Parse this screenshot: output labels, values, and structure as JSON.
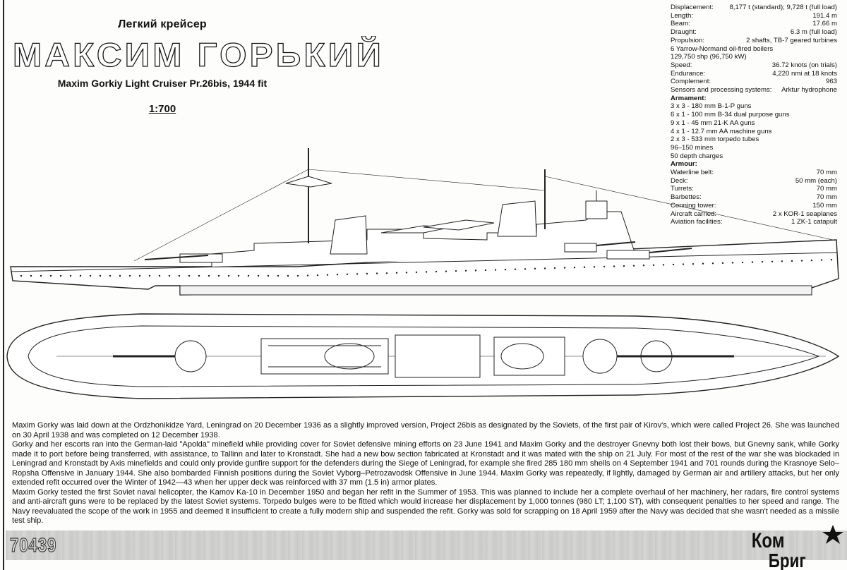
{
  "header": {
    "subtitle_ru": "Легкий крейсер",
    "title_ru": "МАКСИМ ГОРЬКИЙ",
    "title_en": "Maxim Gorkiy Light Cruiser Pr.26bis, 1944 fit",
    "scale": "1:700"
  },
  "specs": {
    "rows": [
      {
        "label": "Displacement:",
        "value": "8,177 t (standard); 9,728 t (full load)"
      },
      {
        "label": "Length:",
        "value": "191.4 m"
      },
      {
        "label": "Beam:",
        "value": "17.66 m"
      },
      {
        "label": "Draught:",
        "value": "6.3 m  (full load)"
      },
      {
        "label": "Propulsion:",
        "value": "2 shafts, TB-7 geared turbines"
      }
    ],
    "propulsion_lines": [
      "6 Yarrow-Normand oil-fired boilers",
      "129,750 shp (96,750 kW)"
    ],
    "rows2": [
      {
        "label": "Speed:",
        "value": "36.72 knots (on trials)"
      },
      {
        "label": "Endurance:",
        "value": "4,220 nmi  at 18 knots"
      },
      {
        "label": "Complement:",
        "value": "963"
      },
      {
        "label": "Sensors and processing systems:",
        "value": "Arktur hydrophone"
      }
    ],
    "armament_heading": "Armament:",
    "armament": [
      "3 x 3 - 180 mm B-1-P guns",
      "6 x 1 - 100 mm B-34 dual purpose guns",
      "9 x 1 - 45 mm 21-K AA guns",
      "4 x 1 - 12.7 mm AA machine guns",
      "2 x 3 - 533 mm torpedo tubes",
      "96–150 mines",
      "50 depth charges"
    ],
    "armour_heading": "Armour:",
    "armour": [
      {
        "label": "Waterline belt:",
        "value": "70 mm"
      },
      {
        "label": "Deck:",
        "value": "50 mm (each)"
      },
      {
        "label": "Turrets:",
        "value": "70 mm"
      },
      {
        "label": "Barbettes:",
        "value": "70 mm"
      },
      {
        "label": "Conning tower:",
        "value": "150 mm"
      },
      {
        "label": "Aircraft carried:",
        "value": "2 x KOR-1 seaplanes"
      },
      {
        "label": "Aviation facilities:",
        "value": "1 ZK-1 catapult"
      }
    ]
  },
  "history": [
    "Maxim Gorky was laid down at the Ordzhonikidze Yard, Leningrad on 20 December 1936 as a slightly improved version, Project 26bis as designated by the Soviets, of the first pair of Kirov's, which were called Project 26. She was launched on 30 April 1938 and was completed on 12 December 1938.",
    "Gorky and her escorts ran into the German-laid \"Apolda\" minefield while providing cover for Soviet defensive mining efforts on 23 June 1941 and Maxim Gorky and the destroyer Gnevny both lost their bows, but Gnevny sank, while Gorky made it to port before being transferred, with assistance, to Tallinn and later to Kronstadt. She had a new bow section fabricated at Kronstadt and it was mated with the ship on 21 July. For most of the rest of the war she was blockaded in Leningrad and Kronstadt by Axis minefields and could only provide gunfire support for the defenders during the Siege of Leningrad, for example she fired 285 180 mm shells on 4 September 1941 and 701 rounds during the Krasnoye Selo–Ropsha Offensive in January 1944. She also bombarded Finnish positions during the Soviet Vyborg–Petrozavodsk Offensive in June 1944. Maxim Gorky was repeatedly, if lightly, damaged by German air and artillery attacks, but her only extended refit occurred over the Winter of 1942—43 when her upper deck was reinforced with 37 mm (1.5 in) armor plates.",
    "Maxim Gorky tested the first Soviet naval helicopter, the Kamov Ka-10 in December 1950 and began her refit in the Summer of 1953. This was planned to include her a complete overhaul of her machinery, her radars, fire control systems and anti-aircraft guns were to be replaced by the latest Soviet systems. Torpedo bulges were to be fitted which would increase her displacement by 1,000 tonnes (980 LT; 1,100 ST), with consequent penalties to her speed and range. The Navy reevaluated the scope of the work in 1955 and deemed it insufficient to create a fully modern ship and suspended the refit. Gorky was sold for scrapping on 18 April 1959 after the Navy was decided that she wasn't needed as a missile test ship."
  ],
  "footer": {
    "product_code": "70439",
    "brand_logo": "Ком Бриг"
  }
}
